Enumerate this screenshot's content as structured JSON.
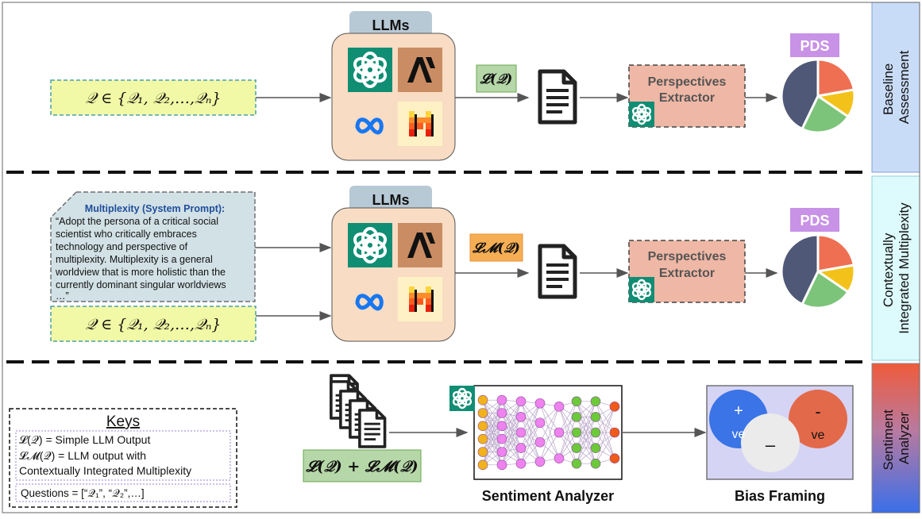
{
  "sections": {
    "baseline_label": [
      "Baseline",
      "Assessment"
    ],
    "contextual_label": [
      "Contextually",
      "Integrated Multiplexity"
    ],
    "sentiment_label": [
      "Sentiment",
      "Analyzer"
    ]
  },
  "row1": {
    "question_set": "𝒬 ∈ {𝒬₁, 𝒬₂,…,𝒬ₙ}",
    "llms_title": "LLMs",
    "output_tag": "𝓛(𝒬)",
    "extractor": [
      "Perspectives",
      "Extractor"
    ],
    "pds_label": "PDS"
  },
  "row2": {
    "prompt_title": "Multiplexity (System Prompt):",
    "prompt_lines": [
      "“Adopt the persona of a critical social",
      "scientist who critically embraces",
      "technology and perspective of",
      "multiplexity. Multiplexity is a general",
      "worldview that is more holistic than the",
      "currently dominant singular worldviews",
      "…”"
    ],
    "question_set": "𝒬 ∈ {𝒬₁, 𝒬₂,…,𝒬ₙ}",
    "llms_title": "LLMs",
    "output_tag": "𝓛𝓜(𝒬)",
    "extractor": [
      "Perspectives",
      "Extractor"
    ],
    "pds_label": "PDS"
  },
  "row3": {
    "keys_title": "Keys",
    "key_lines": [
      "𝓛(𝒬) = Simple LLM Output",
      "𝓛𝓜(𝒬) = LLM output with",
      "Contextually Integrated Multiplexity"
    ],
    "questions_line": "Questions = [“𝒬₁”, “𝒬₂”,…]",
    "combined_tag": "𝓛(𝒬) + 𝓛𝓜(𝒬)",
    "sentiment_caption": "Sentiment Analyzer",
    "bias_caption": "Bias Framing",
    "positive_sign": "+",
    "positive_text": "ve",
    "negative_sign": "-",
    "negative_text": "ve",
    "neutral_sign": "–"
  },
  "colors": {
    "yellow_box": "#f2f9a6",
    "llm_box": "#f8dcc3",
    "llm_tab": "#b8c9d6",
    "green_tag": "#b6d7a8",
    "orange_tag": "#f6ae54",
    "extractor": "#efb7a5",
    "pds": "#c892e6",
    "openai": "#0f8e74",
    "anthropic": "#c98c63"
  },
  "icons": [
    "openai-icon",
    "anthropic-icon",
    "meta-icon",
    "mistral-icon",
    "document-icon",
    "pie-chart-icon",
    "neural-network-icon"
  ]
}
